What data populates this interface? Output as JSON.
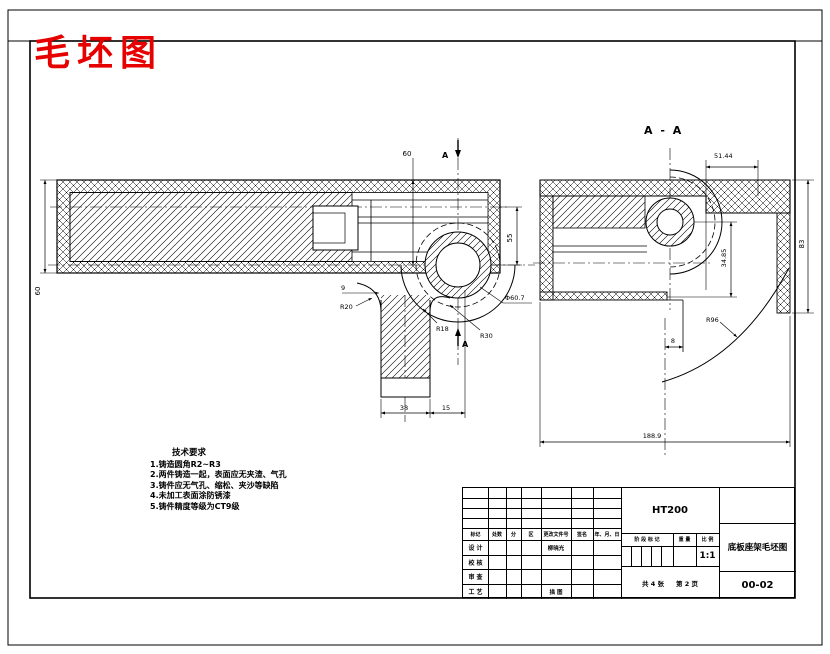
{
  "page": {
    "title": "毛坯图"
  },
  "section": {
    "label": "A - A",
    "cut_top": "A",
    "cut_bottom": "A"
  },
  "dims": {
    "lv_height": "60",
    "lv_top": "60",
    "lv_offset": "55",
    "lv_bore": "Φ60.7",
    "lv_r20": "R20",
    "lv_r18": "R18",
    "lv_r30": "R30",
    "lv_step": "9",
    "lv_leg_w": "38",
    "lv_leg_off": "15",
    "rv_top": "51.44",
    "rv_height": "83",
    "rv_depth": "34.85",
    "rv_arc": "R96",
    "rv_step": "8",
    "rv_width": "188.9"
  },
  "tech": {
    "heading": "技术要求",
    "items": [
      "1.铸造圆角R2~R3",
      "2.两件铸造一起，表面应无夹渣、气孔",
      "3.铸件应无气孔、缩松、夹沙等缺陷",
      "4.未加工表面涂防锈漆",
      "5.铸件精度等级为CT9级"
    ]
  },
  "title_block": {
    "material": "HT200",
    "drawing_title": "底板座架毛坯图",
    "drawing_no": "00-02",
    "scale_value": "1:1",
    "header": [
      "标记",
      "处数",
      "分",
      "区",
      "更改文件号",
      "签名",
      "年、月、日"
    ],
    "rows": [
      {
        "label": "设 计",
        "value": "柳晓光"
      },
      {
        "label": "校 核",
        "value": ""
      },
      {
        "label": "审 查",
        "value": ""
      },
      {
        "label": "工 艺",
        "value": "描 图"
      }
    ],
    "stage_label": "阶 段 标 记",
    "weight_label": "重 量",
    "scale_label": "比 例",
    "sheet_total": "共 4 张",
    "sheet_page": "第 2 页"
  }
}
